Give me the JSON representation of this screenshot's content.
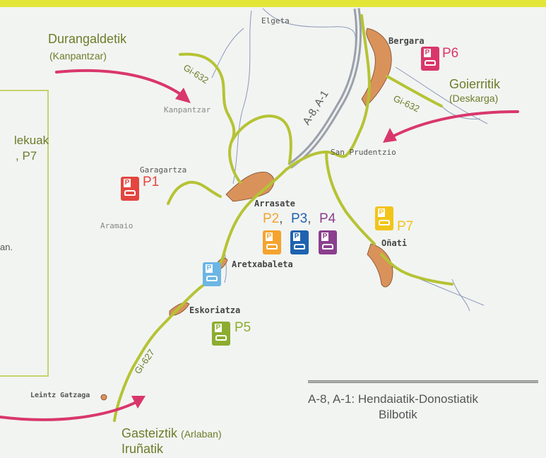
{
  "routes": {
    "durangaldetik": "Durangaldetik",
    "durangaldetik_sub": "(Kanpantzar)",
    "goierritik": "Goierritik",
    "goierritik_sub": "(Deskarga)",
    "gasteiztik": "Gasteiztik",
    "gasteiztik_sub": "(Arlaban)",
    "irunatik": "Iruñatik"
  },
  "roads": {
    "gi632_west": "Gi-632",
    "gi632_east": "Gi-632",
    "a8_a1": "A-8, A-1",
    "gi627": "Gi-627"
  },
  "towns": {
    "elgeta": "Elgeta",
    "bergara": "Bergara",
    "kanpantzar": "Kanpantzar",
    "san_prudentzio": "San Prudentzio",
    "garagartza": "Garagartza",
    "aramaio": "Aramaio",
    "arrasate": "Arrasate",
    "aretxabaleta": "Aretxabaleta",
    "onati": "Oñati",
    "eskoriatza": "Eskoriatza",
    "leintz_gatzaga": "Leintz Gatzaga"
  },
  "parkings": {
    "p1": "P1",
    "p2": "P2",
    "p3": "P3",
    "p4": "P4",
    "p5": "P5",
    "p6": "P6",
    "p7": "P7",
    "icon_letter": "P",
    "comma1": ",",
    "comma2": ","
  },
  "legend_box": {
    "line1": "lekuak",
    "line2": ", P7",
    "line3": "an."
  },
  "legend": {
    "line1": "A-8, A-1: Hendaiatik-Donostiatik",
    "line2": "Bilbotik"
  },
  "colors": {
    "road_green": "#b5c334",
    "urban_orange": "#d9925a",
    "arrow_pink": "#d9376c",
    "p1_red": "#e4463f",
    "p2_orange": "#f4a32e",
    "p3_blue": "#1e62b0",
    "p4_purple": "#8b3f8e",
    "p5_green": "#8cad2f",
    "p6_pink": "#d9376c",
    "p7_yellow": "#f2c418",
    "aretxabaleta_lightblue": "#6bb6e4"
  }
}
